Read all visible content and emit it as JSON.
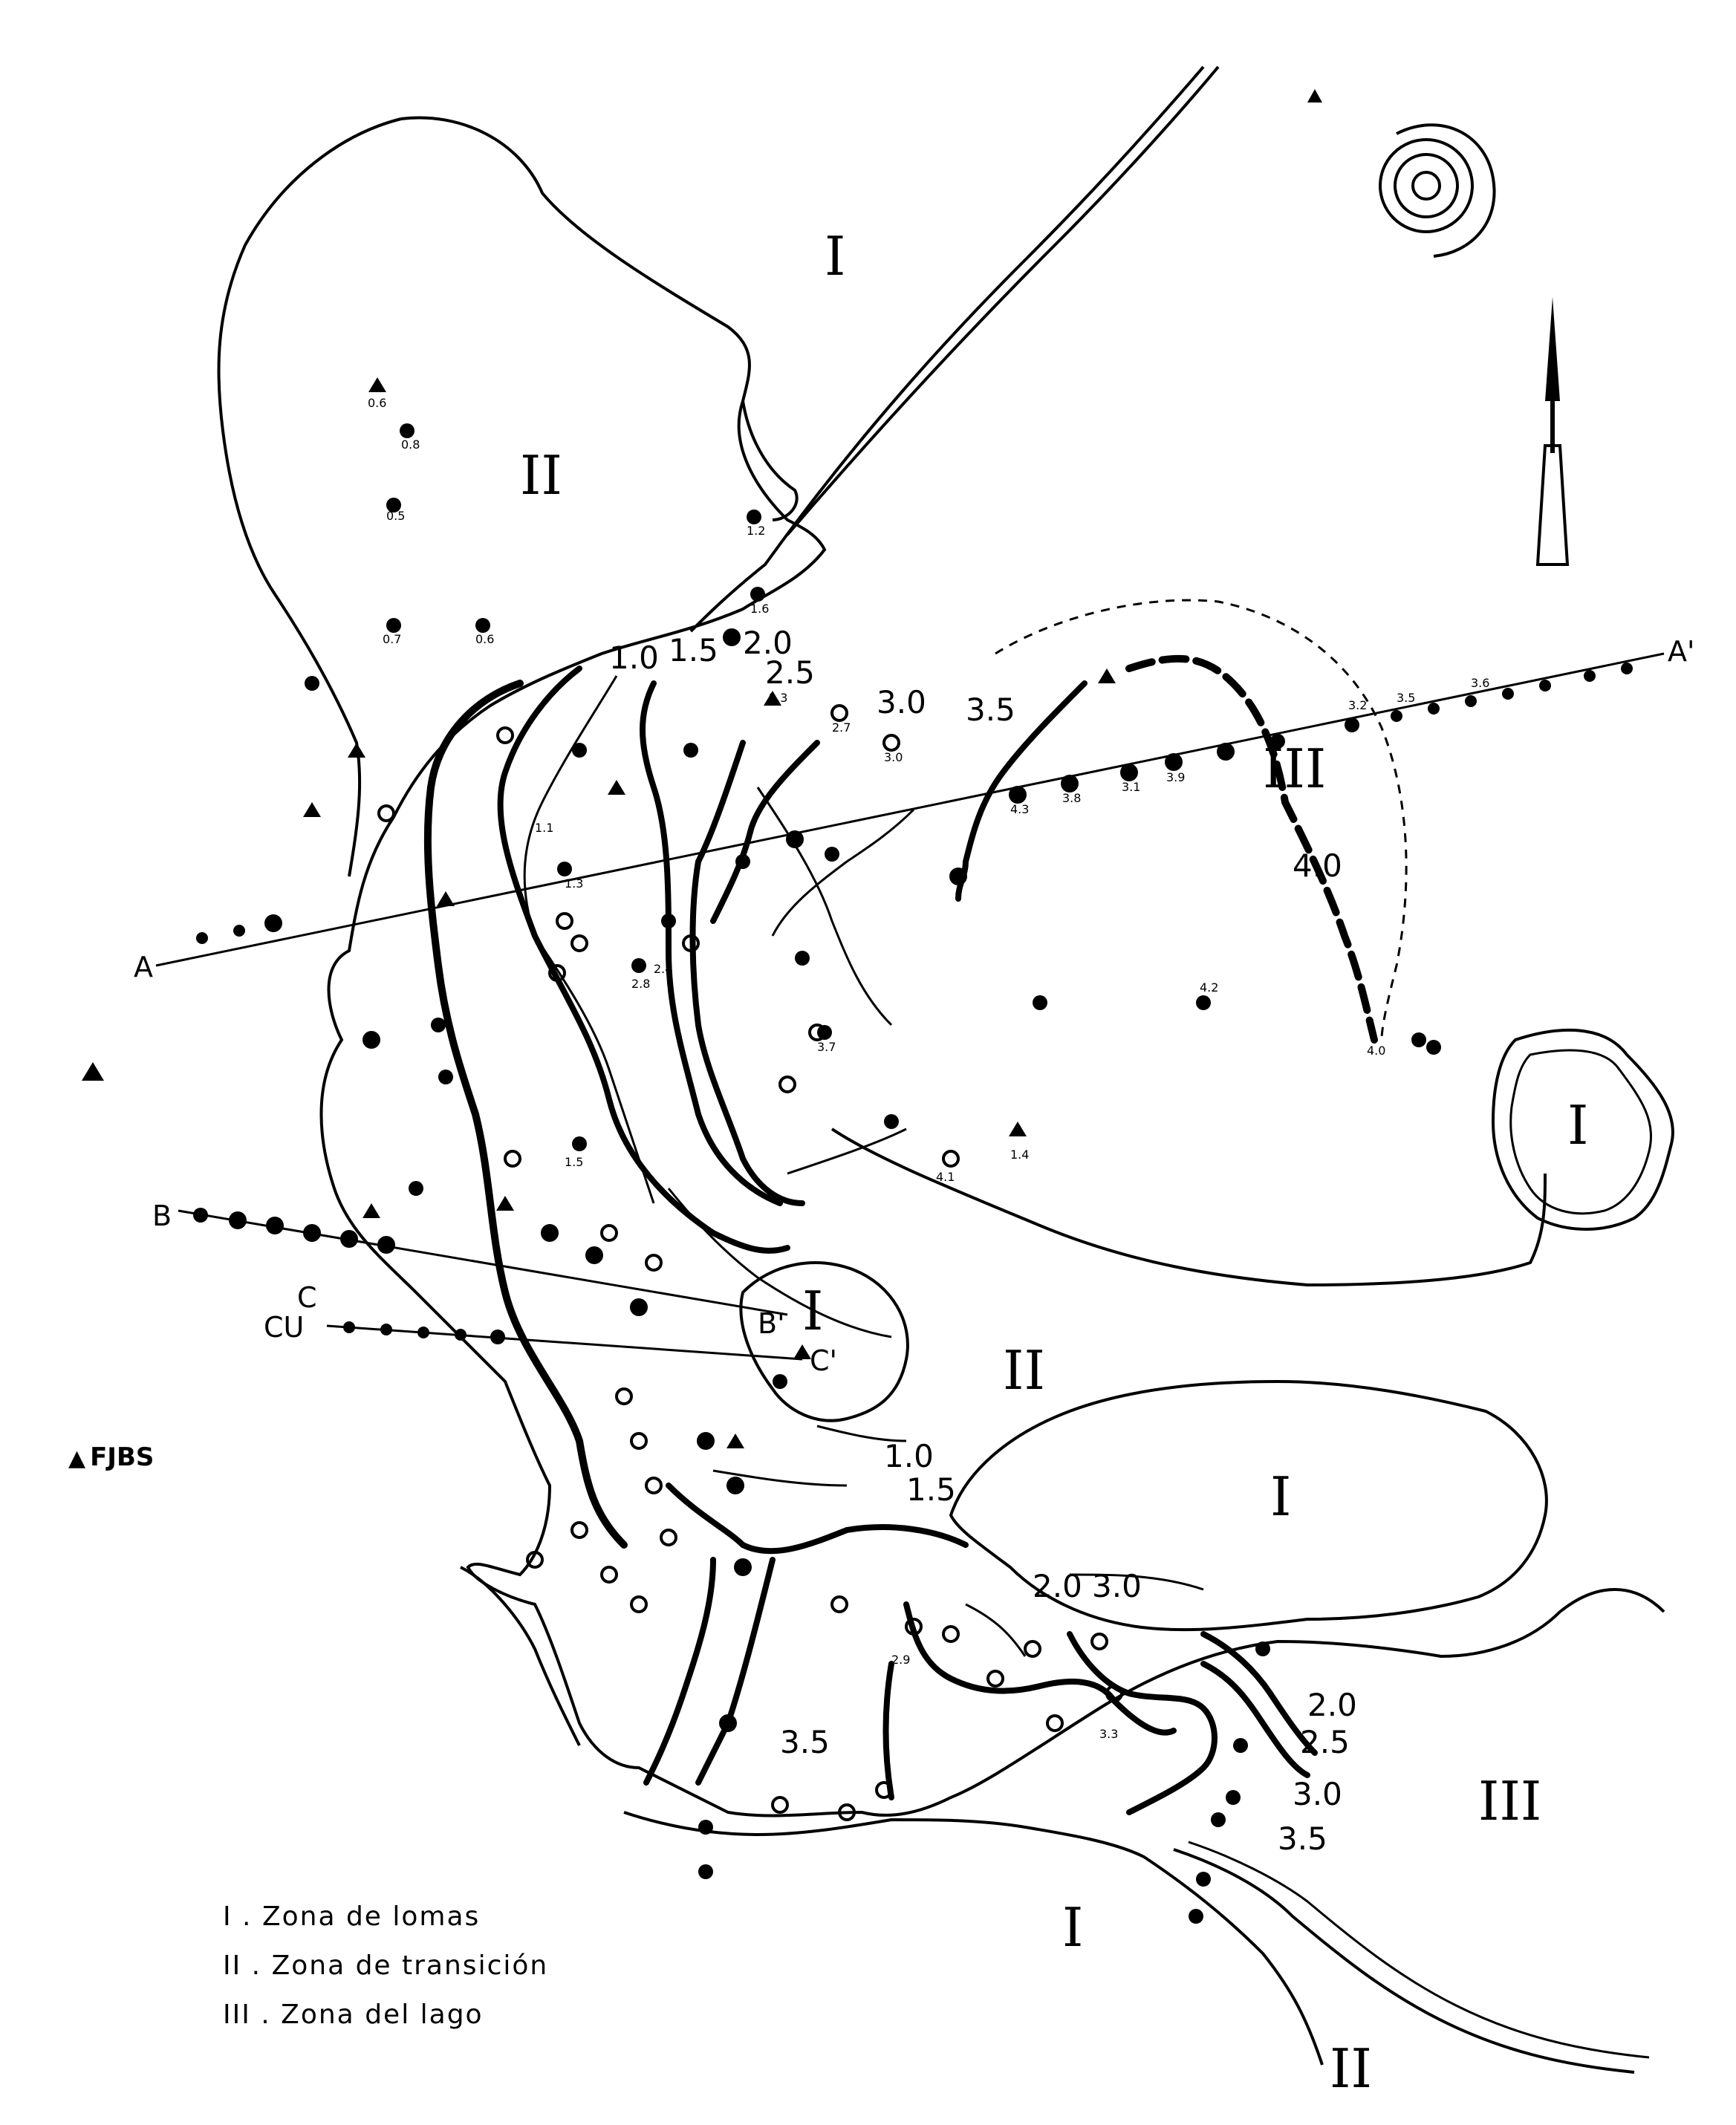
{
  "map": {
    "zones": {
      "I": "I",
      "II": "II",
      "III": "III"
    },
    "contour_values": [
      "1.0",
      "1.5",
      "2.0",
      "2.5",
      "3.0",
      "3.5",
      "4.0"
    ],
    "sections": {
      "A": "A",
      "A_prime": "A'",
      "B": "B",
      "B_prime": "B'",
      "C": "C",
      "C_prime": "C'",
      "CU": "CU"
    },
    "station_label": "FJBS",
    "point_values": [
      "0.6",
      "0.8",
      "0.5",
      "0.7",
      "0.6",
      "1.2",
      "1.6",
      "2.3",
      "2.7",
      "3.0",
      "3.2",
      "3.5",
      "3.6",
      "4.3",
      "3.8",
      "3.1",
      "3.9",
      "4.2",
      "4.0",
      "4.1",
      "3.7",
      "1.4",
      "2.8",
      "2.4",
      "1.1",
      "1.3",
      "1.5",
      "3.3",
      "2.9"
    ]
  },
  "legend": {
    "items": [
      "I . Zona de lomas",
      "II . Zona de transición",
      "III . Zona del lago"
    ]
  }
}
